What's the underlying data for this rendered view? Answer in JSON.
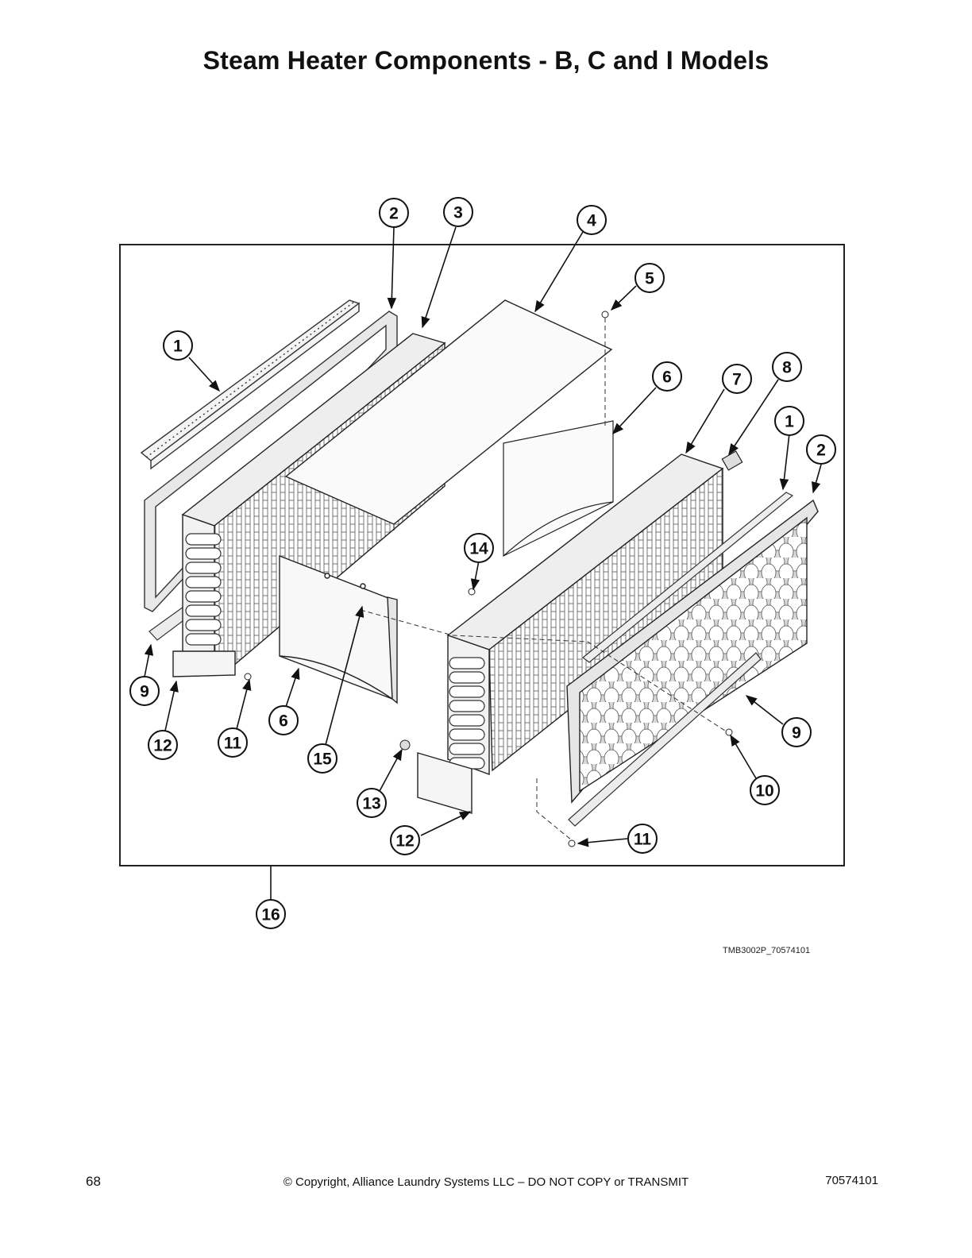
{
  "page": {
    "title": "Steam Heater Components - B, C and I Models",
    "figure_id": "TMB3002P_70574101",
    "page_number": "68",
    "copyright": "© Copyright, Alliance Laundry Systems LLC – DO NOT COPY or TRANSMIT",
    "document_number": "70574101"
  },
  "callouts": [
    "1",
    "2",
    "3",
    "4",
    "5",
    "6",
    "7",
    "8",
    "1",
    "2",
    "14",
    "9",
    "12",
    "11",
    "6",
    "15",
    "13",
    "12",
    "11",
    "10",
    "9",
    "16"
  ]
}
